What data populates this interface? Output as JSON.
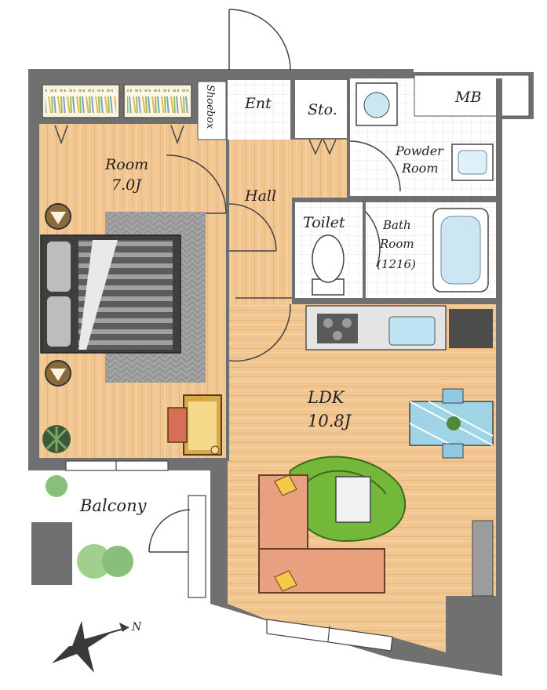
{
  "rooms": {
    "room": {
      "name": "Room",
      "size": "7.0J"
    },
    "ldk": {
      "name": "LDK",
      "size": "10.8J"
    },
    "hall": {
      "name": "Hall"
    },
    "ent": {
      "name": "Ent"
    },
    "storage": {
      "name": "Sto."
    },
    "mb": {
      "name": "MB"
    },
    "shoebox": {
      "name": "Shoebox"
    },
    "powder": {
      "line1": "Powder",
      "line2": "Room"
    },
    "toilet": {
      "name": "Toilet"
    },
    "bath": {
      "line1": "Bath",
      "line2": "Room",
      "line3": "(1216)"
    },
    "balcony": {
      "name": "Balcony"
    }
  },
  "compass": {
    "label": "N"
  },
  "colors": {
    "wall": "#6f6f6f",
    "floor_wood": "#f2c690",
    "floor_tile": "#ffffff",
    "rug_gray": "#9c9c9c",
    "bed_dark": "#4a4a4a",
    "sofa": "#e8a07e",
    "sofa_rug": "#74b83a",
    "dining_glass": "#9fd3e6"
  }
}
